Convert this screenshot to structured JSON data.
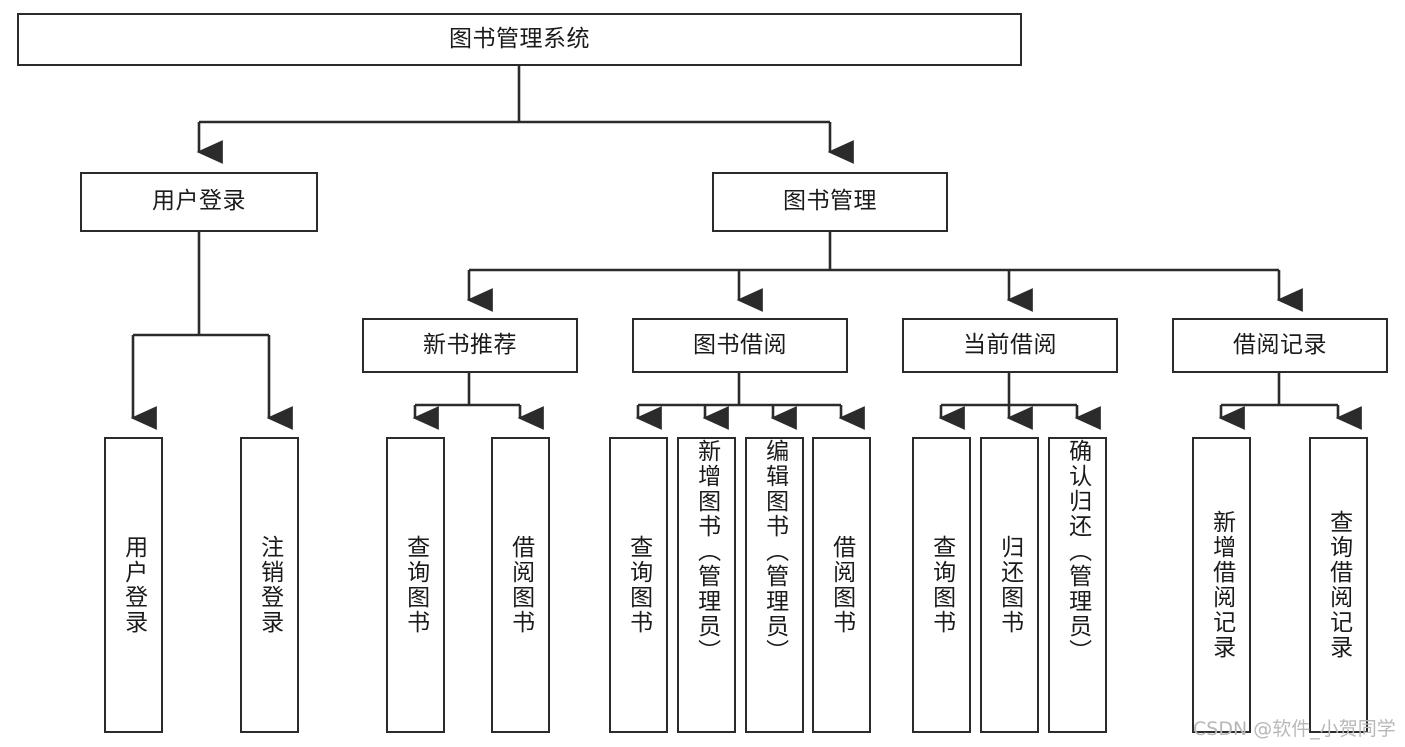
{
  "diagram": {
    "title": "图书管理系统",
    "type": "hierarchy-tree",
    "root": {
      "label": "图书管理系统"
    },
    "level2": [
      {
        "label": "用户登录"
      },
      {
        "label": "图书管理"
      }
    ],
    "level3": [
      {
        "label": "新书推荐"
      },
      {
        "label": "图书借阅"
      },
      {
        "label": "当前借阅"
      },
      {
        "label": "借阅记录"
      }
    ],
    "leaves": [
      {
        "label": "用户登录",
        "parent": "用户登录"
      },
      {
        "label": "注销登录",
        "parent": "用户登录"
      },
      {
        "label": "查询图书",
        "parent": "新书推荐"
      },
      {
        "label": "借阅图书",
        "parent": "新书推荐"
      },
      {
        "label": "查询图书",
        "parent": "图书借阅"
      },
      {
        "label": "新增图书（管理员）",
        "parent": "图书借阅"
      },
      {
        "label": "编辑图书（管理员）",
        "parent": "图书借阅"
      },
      {
        "label": "借阅图书",
        "parent": "图书借阅"
      },
      {
        "label": "查询图书",
        "parent": "当前借阅"
      },
      {
        "label": "归还图书",
        "parent": "当前借阅"
      },
      {
        "label": "确认归还（管理员）",
        "parent": "当前借阅"
      },
      {
        "label": "新增借阅记录",
        "parent": "借阅记录"
      },
      {
        "label": "查询借阅记录",
        "parent": "借阅记录"
      }
    ],
    "colors": {
      "stroke": "#2b2b2b",
      "fill": "#ffffff",
      "text": "#1b1b1b",
      "watermark": "#b8b8b8"
    }
  },
  "watermark": {
    "text": "CSDN @软件_小贺同学"
  }
}
